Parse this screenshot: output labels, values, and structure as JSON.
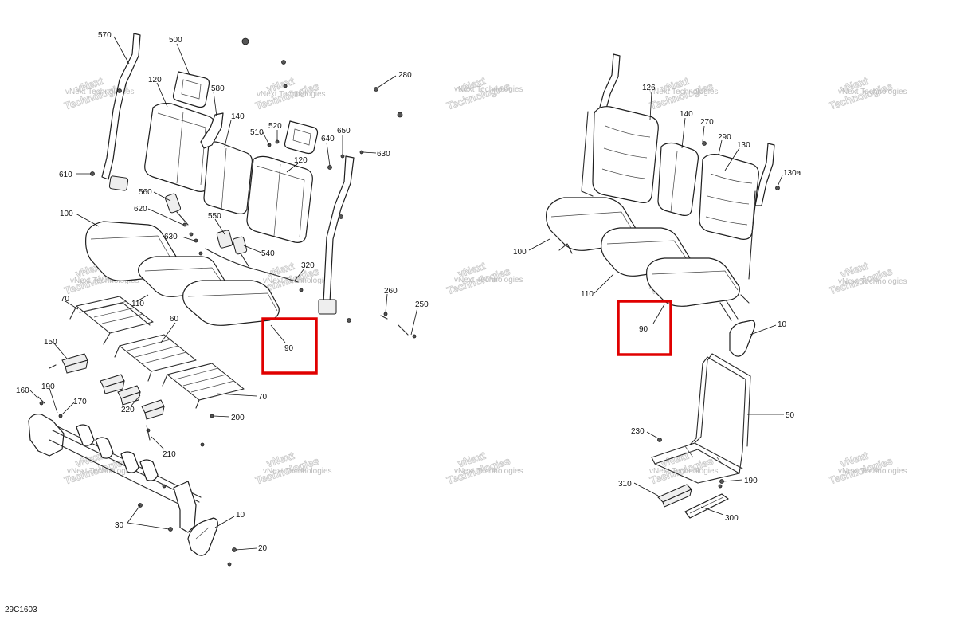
{
  "diagram_code": "29C1603",
  "watermark": {
    "line1": "vNext",
    "line2": "Technologies",
    "line3": "vNext Technologies"
  },
  "callouts": {
    "c570": "570",
    "c500": "500",
    "c120a": "120",
    "c580": "580",
    "c140a": "140",
    "c510": "510",
    "c520": "520",
    "c640": "640",
    "c650": "650",
    "c630a": "630",
    "c280": "280",
    "c610": "610",
    "c120b": "120",
    "c560": "560",
    "c620": "620",
    "c100a": "100",
    "c630b": "630",
    "c550": "550",
    "c540": "540",
    "c320": "320",
    "c260": "260",
    "c250": "250",
    "c70a": "70",
    "c110a": "110",
    "c60": "60",
    "c90a": "90",
    "c150": "150",
    "c160": "160",
    "c190a": "190",
    "c170": "170",
    "c220": "220",
    "c70b": "70",
    "c200": "200",
    "c210": "210",
    "c30": "30",
    "c10a": "10",
    "c20": "20",
    "c126": "126",
    "c140b": "140",
    "c270": "270",
    "c290": "290",
    "c130": "130",
    "c130a": "130a",
    "c100b": "100",
    "c110b": "110",
    "c90b": "90",
    "c10b": "10",
    "c50": "50",
    "c230": "230",
    "c310": "310",
    "c190b": "190",
    "c300": "300"
  },
  "highlight_color": "#e00000"
}
